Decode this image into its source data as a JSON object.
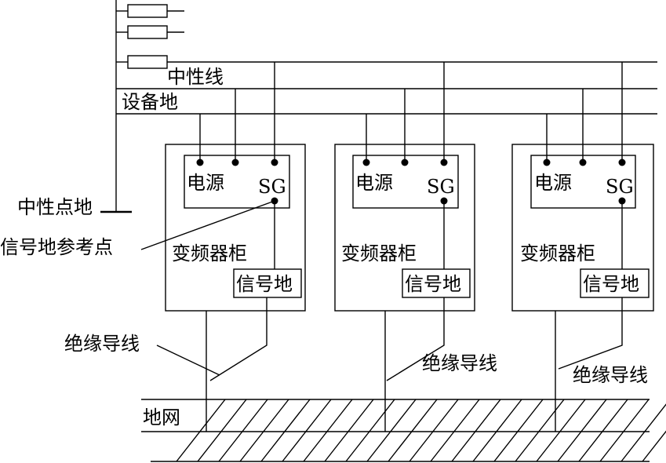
{
  "labels": {
    "neutral_line": "中性线",
    "equipment_ground": "设备地",
    "neutral_point_ground": "中性点地",
    "signal_ground_ref": "信号地参考点",
    "insulated_wire": "绝缘导线",
    "ground_grid": "地网"
  },
  "cabinets": [
    {
      "name": "变频器柜",
      "power": "电源",
      "sg": "SG",
      "signal_ground": "信号地"
    },
    {
      "name": "变频器柜",
      "power": "电源",
      "sg": "SG",
      "signal_ground": "信号地"
    },
    {
      "name": "变频器柜",
      "power": "电源",
      "sg": "SG",
      "signal_ground": "信号地"
    }
  ]
}
